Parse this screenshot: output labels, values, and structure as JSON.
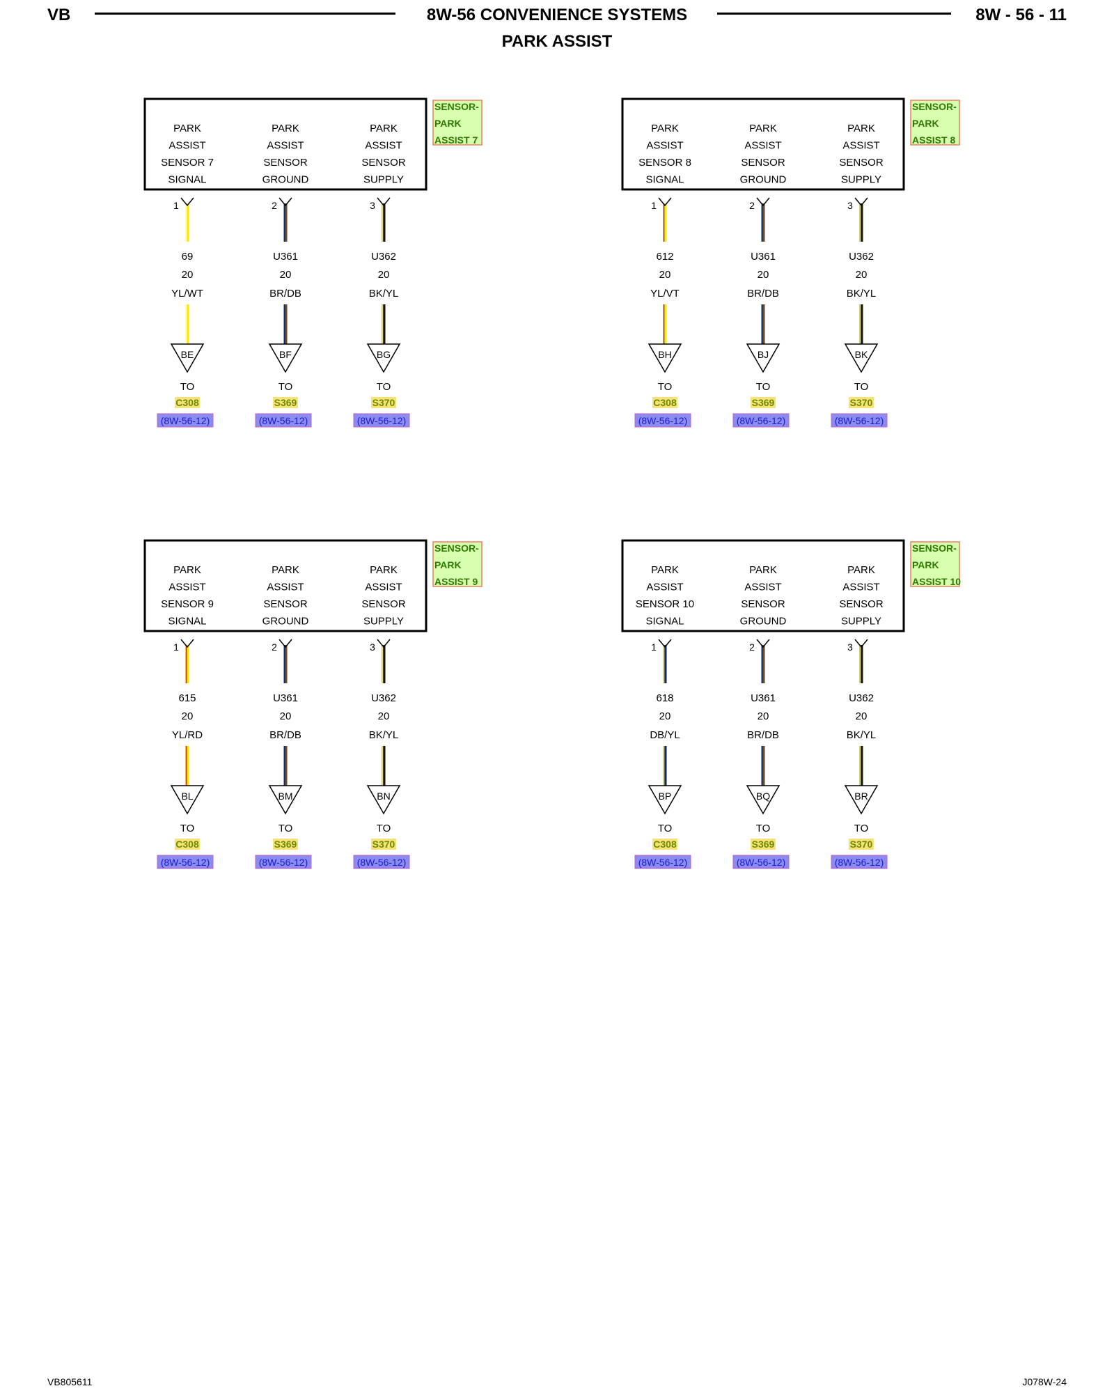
{
  "header": {
    "left": "VB",
    "title": "8W-56 CONVENIENCE SYSTEMS",
    "subtitle": "PARK ASSIST",
    "page": "8W - 56 - 11"
  },
  "footer": {
    "left": "VB805611",
    "right": "J078W-24"
  },
  "colors": {
    "yellow": "#ffe800",
    "white": "#ffffff",
    "brown": "#6b4a1e",
    "dark_blue": "#0b2a6b",
    "black": "#111111",
    "violet": "#7a2aa8",
    "red": "#e01a1a",
    "component_label_bg": "#d8ffb0",
    "component_label_border": "#e88060",
    "component_label_text": "#2f7a00",
    "splice_bg": "#f7e27a",
    "splice_text": "#6b8c00",
    "ref_bg": "#8c8cf0",
    "ref_text": "#1a1ad0"
  },
  "sensors": [
    {
      "component_label": [
        "SENSOR-",
        "PARK",
        "ASSIST 7"
      ],
      "pins": [
        {
          "num": "1",
          "func": [
            "PARK",
            "ASSIST",
            "SENSOR 7",
            "SIGNAL"
          ],
          "circuit": "69",
          "gauge": "20",
          "color": "YL/WT",
          "wire_base": "#ffe800",
          "wire_stripe": "#ffffff",
          "connector": "BE",
          "to": "TO",
          "dest": "C308",
          "ref": "(8W-56-12)"
        },
        {
          "num": "2",
          "func": [
            "PARK",
            "ASSIST",
            "SENSOR",
            "GROUND"
          ],
          "circuit": "U361",
          "gauge": "20",
          "color": "BR/DB",
          "wire_base": "#6b4a1e",
          "wire_stripe": "#0b2a6b",
          "connector": "BF",
          "to": "TO",
          "dest": "S369",
          "ref": "(8W-56-12)"
        },
        {
          "num": "3",
          "func": [
            "PARK",
            "ASSIST",
            "SENSOR",
            "SUPPLY"
          ],
          "circuit": "U362",
          "gauge": "20",
          "color": "BK/YL",
          "wire_base": "#111111",
          "wire_stripe": "#ffe800",
          "connector": "BG",
          "to": "TO",
          "dest": "S370",
          "ref": "(8W-56-12)"
        }
      ]
    },
    {
      "component_label": [
        "SENSOR-",
        "PARK",
        "ASSIST 8"
      ],
      "pins": [
        {
          "num": "1",
          "func": [
            "PARK",
            "ASSIST",
            "SENSOR 8",
            "SIGNAL"
          ],
          "circuit": "612",
          "gauge": "20",
          "color": "YL/VT",
          "wire_base": "#ffe800",
          "wire_stripe": "#7a2aa8",
          "connector": "BH",
          "to": "TO",
          "dest": "C308",
          "ref": "(8W-56-12)"
        },
        {
          "num": "2",
          "func": [
            "PARK",
            "ASSIST",
            "SENSOR",
            "GROUND"
          ],
          "circuit": "U361",
          "gauge": "20",
          "color": "BR/DB",
          "wire_base": "#6b4a1e",
          "wire_stripe": "#0b2a6b",
          "connector": "BJ",
          "to": "TO",
          "dest": "S369",
          "ref": "(8W-56-12)"
        },
        {
          "num": "3",
          "func": [
            "PARK",
            "ASSIST",
            "SENSOR",
            "SUPPLY"
          ],
          "circuit": "U362",
          "gauge": "20",
          "color": "BK/YL",
          "wire_base": "#111111",
          "wire_stripe": "#ffe800",
          "connector": "BK",
          "to": "TO",
          "dest": "S370",
          "ref": "(8W-56-12)"
        }
      ]
    },
    {
      "component_label": [
        "SENSOR-",
        "PARK",
        "ASSIST 9"
      ],
      "pins": [
        {
          "num": "1",
          "func": [
            "PARK",
            "ASSIST",
            "SENSOR 9",
            "SIGNAL"
          ],
          "circuit": "615",
          "gauge": "20",
          "color": "YL/RD",
          "wire_base": "#ffe800",
          "wire_stripe": "#e01a1a",
          "connector": "BL",
          "to": "TO",
          "dest": "C308",
          "ref": "(8W-56-12)"
        },
        {
          "num": "2",
          "func": [
            "PARK",
            "ASSIST",
            "SENSOR",
            "GROUND"
          ],
          "circuit": "U361",
          "gauge": "20",
          "color": "BR/DB",
          "wire_base": "#6b4a1e",
          "wire_stripe": "#0b2a6b",
          "connector": "BM",
          "to": "TO",
          "dest": "S369",
          "ref": "(8W-56-12)"
        },
        {
          "num": "3",
          "func": [
            "PARK",
            "ASSIST",
            "SENSOR",
            "SUPPLY"
          ],
          "circuit": "U362",
          "gauge": "20",
          "color": "BK/YL",
          "wire_base": "#111111",
          "wire_stripe": "#ffe800",
          "connector": "BN",
          "to": "TO",
          "dest": "S370",
          "ref": "(8W-56-12)"
        }
      ]
    },
    {
      "component_label": [
        "SENSOR-",
        "PARK",
        "ASSIST 10"
      ],
      "pins": [
        {
          "num": "1",
          "func": [
            "PARK",
            "ASSIST",
            "SENSOR 10",
            "SIGNAL"
          ],
          "circuit": "618",
          "gauge": "20",
          "color": "DB/YL",
          "wire_base": "#0b2a6b",
          "wire_stripe": "#ffe800",
          "connector": "BP",
          "to": "TO",
          "dest": "C308",
          "ref": "(8W-56-12)"
        },
        {
          "num": "2",
          "func": [
            "PARK",
            "ASSIST",
            "SENSOR",
            "GROUND"
          ],
          "circuit": "U361",
          "gauge": "20",
          "color": "BR/DB",
          "wire_base": "#6b4a1e",
          "wire_stripe": "#0b2a6b",
          "connector": "BQ",
          "to": "TO",
          "dest": "S369",
          "ref": "(8W-56-12)"
        },
        {
          "num": "3",
          "func": [
            "PARK",
            "ASSIST",
            "SENSOR",
            "SUPPLY"
          ],
          "circuit": "U362",
          "gauge": "20",
          "color": "BK/YL",
          "wire_base": "#111111",
          "wire_stripe": "#ffe800",
          "connector": "BR",
          "to": "TO",
          "dest": "S370",
          "ref": "(8W-56-12)"
        }
      ]
    }
  ]
}
